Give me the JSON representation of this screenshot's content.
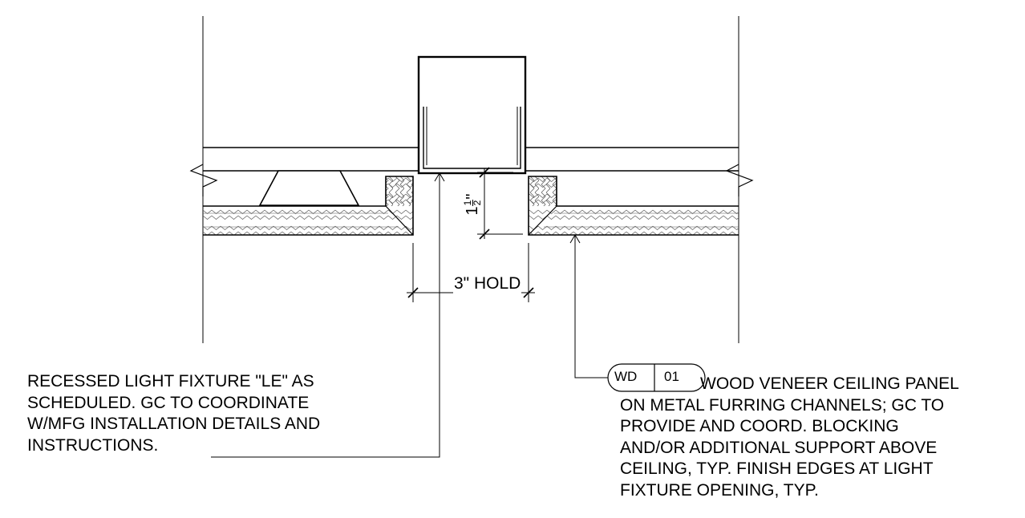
{
  "dimensions": {
    "opening_width": "3\" HOLD",
    "depth_whole": "1",
    "depth_num": "1",
    "depth_den": "2",
    "depth_unit": "\""
  },
  "tag": {
    "prefix": "WD",
    "number": "01"
  },
  "notes": {
    "left": [
      "RECESSED LIGHT FIXTURE \"LE\" AS",
      "SCHEDULED. GC TO COORDINATE",
      "W/MFG INSTALLATION DETAILS AND",
      "INSTRUCTIONS."
    ],
    "right": [
      "WOOD VENEER CEILING PANEL",
      "ON METAL FURRING CHANNELS; GC TO",
      "PROVIDE AND COORD. BLOCKING",
      "AND/OR ADDITIONAL SUPPORT ABOVE",
      "CEILING, TYP. FINISH EDGES AT LIGHT",
      "FIXTURE OPENING, TYP."
    ]
  },
  "colors": {
    "line": "#000000",
    "hatch": "#555555",
    "background": "#ffffff"
  }
}
